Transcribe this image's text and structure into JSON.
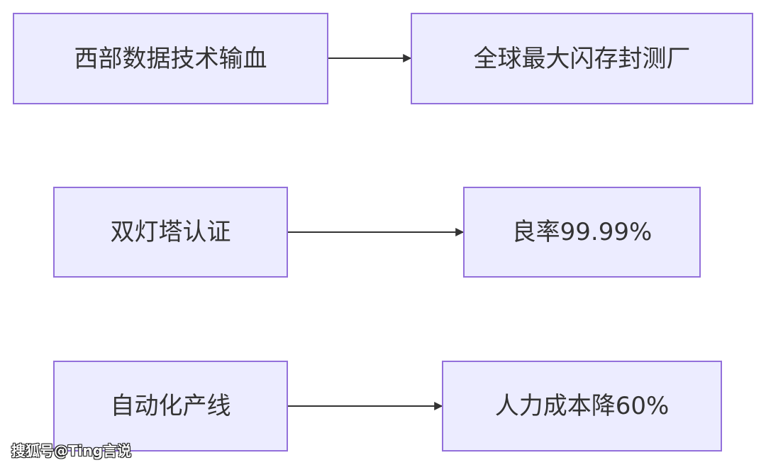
{
  "diagram": {
    "rows": [
      {
        "source": "西部数据技术输血",
        "target": "全球最大闪存封测厂"
      },
      {
        "source": "双灯塔认证",
        "target": "良率99.99%"
      },
      {
        "source": "自动化产线",
        "target": "人力成本降60%"
      }
    ]
  },
  "watermark": "搜狐号@Ting言说",
  "colors": {
    "node_fill": "#ececff",
    "node_border": "#9370db",
    "edge": "#333333",
    "text": "#333333"
  }
}
